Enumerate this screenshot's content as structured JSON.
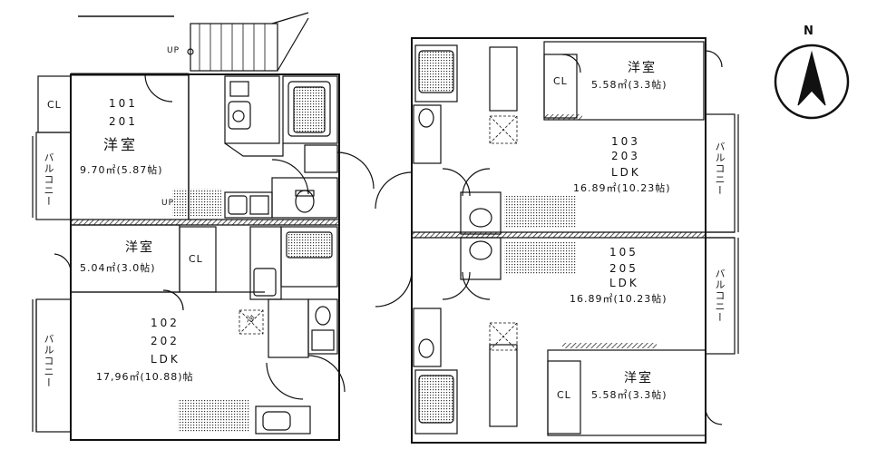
{
  "north": "N",
  "up": "UP",
  "cl": "CL",
  "balcony": "バルコニー",
  "fridge": "冷",
  "unit_101_201": {
    "num1": "101",
    "num2": "201",
    "room": "洋室",
    "area": "9.70㎡(5.87帖)"
  },
  "unit_102_202_bed": {
    "room": "洋室",
    "area": "5.04㎡(3.0帖)"
  },
  "unit_102_202": {
    "num1": "102",
    "num2": "202",
    "ldk": "LDK",
    "area": "17,96㎡(10.88)帖"
  },
  "unit_103_203_bed": {
    "room": "洋室",
    "area": "5.58㎡(3.3帖)"
  },
  "unit_103_203": {
    "num1": "103",
    "num2": "203",
    "ldk": "LDK",
    "area": "16.89㎡(10.23帖)"
  },
  "unit_105_205": {
    "num1": "105",
    "num2": "205",
    "ldk": "LDK",
    "area": "16.89㎡(10.23帖)"
  },
  "unit_105_205_bed": {
    "room": "洋室",
    "area": "5.58㎡(3.3帖)"
  }
}
